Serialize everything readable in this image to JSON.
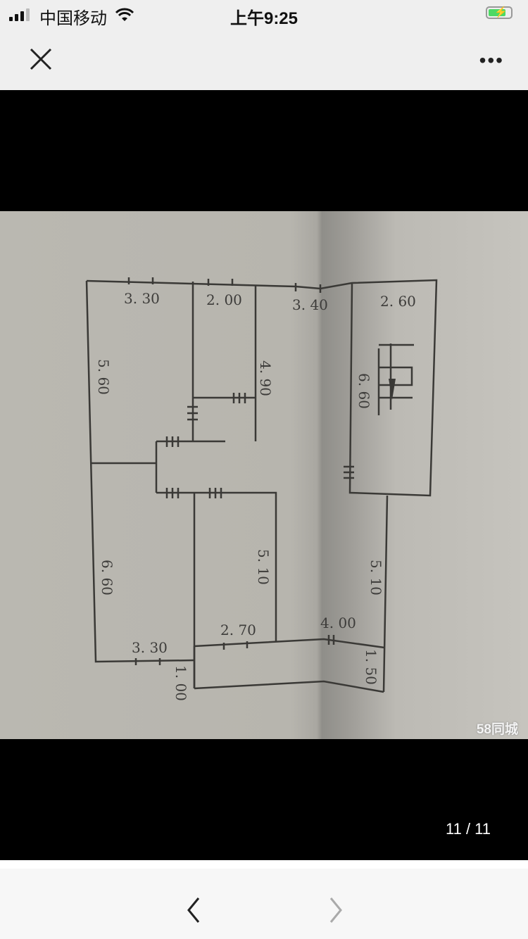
{
  "status_bar": {
    "carrier": "中国移动",
    "time": "上午9:25"
  },
  "toolbar": {
    "close_icon": "close-icon",
    "more_icon": "more-icon"
  },
  "image": {
    "floor_plan_labels": {
      "top_left": "3. 30",
      "top_mid": "2. 00",
      "top_hall": "3. 40",
      "top_right": "2. 60",
      "left_upper": "5. 60",
      "mid_upper": "4. 90",
      "right_room": "6. 60",
      "left_lower": "6. 60",
      "mid_lower": "5. 10",
      "right_lower": "5. 10",
      "bottom_mid": "2. 70",
      "bottom_right": "4. 00",
      "bottom_left": "3. 30",
      "balcony_left": "1. 00",
      "balcony_right": "1. 50"
    },
    "watermark": "58同城"
  },
  "pager": {
    "counter": "11 / 11"
  },
  "bottom_nav": {
    "prev": "‹",
    "next": "›"
  }
}
